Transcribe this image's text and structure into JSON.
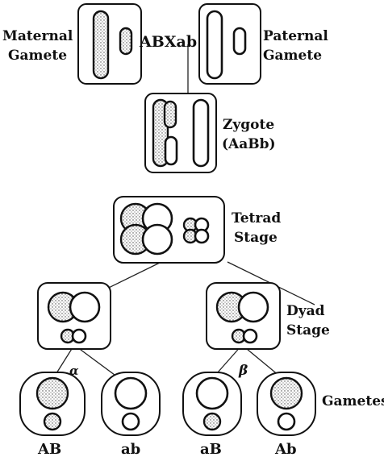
{
  "labels": {
    "maternal_line1": "Maternal",
    "maternal_line2": "Gamete",
    "cross": "ABXab",
    "paternal_line1": "Paternal",
    "paternal_line2": "Gamete",
    "zygote_line1": "Zygote",
    "zygote_line2": "(AaBb)",
    "tetrad_line1": "Tetrad",
    "tetrad_line2": "Stage",
    "dyad_line1": "Dyad",
    "dyad_line2": "Stage",
    "alpha": "α",
    "beta": "β",
    "gametes": "Gametes"
  },
  "gamete_labels": [
    "AB",
    "ab",
    "aB",
    "Ab"
  ]
}
